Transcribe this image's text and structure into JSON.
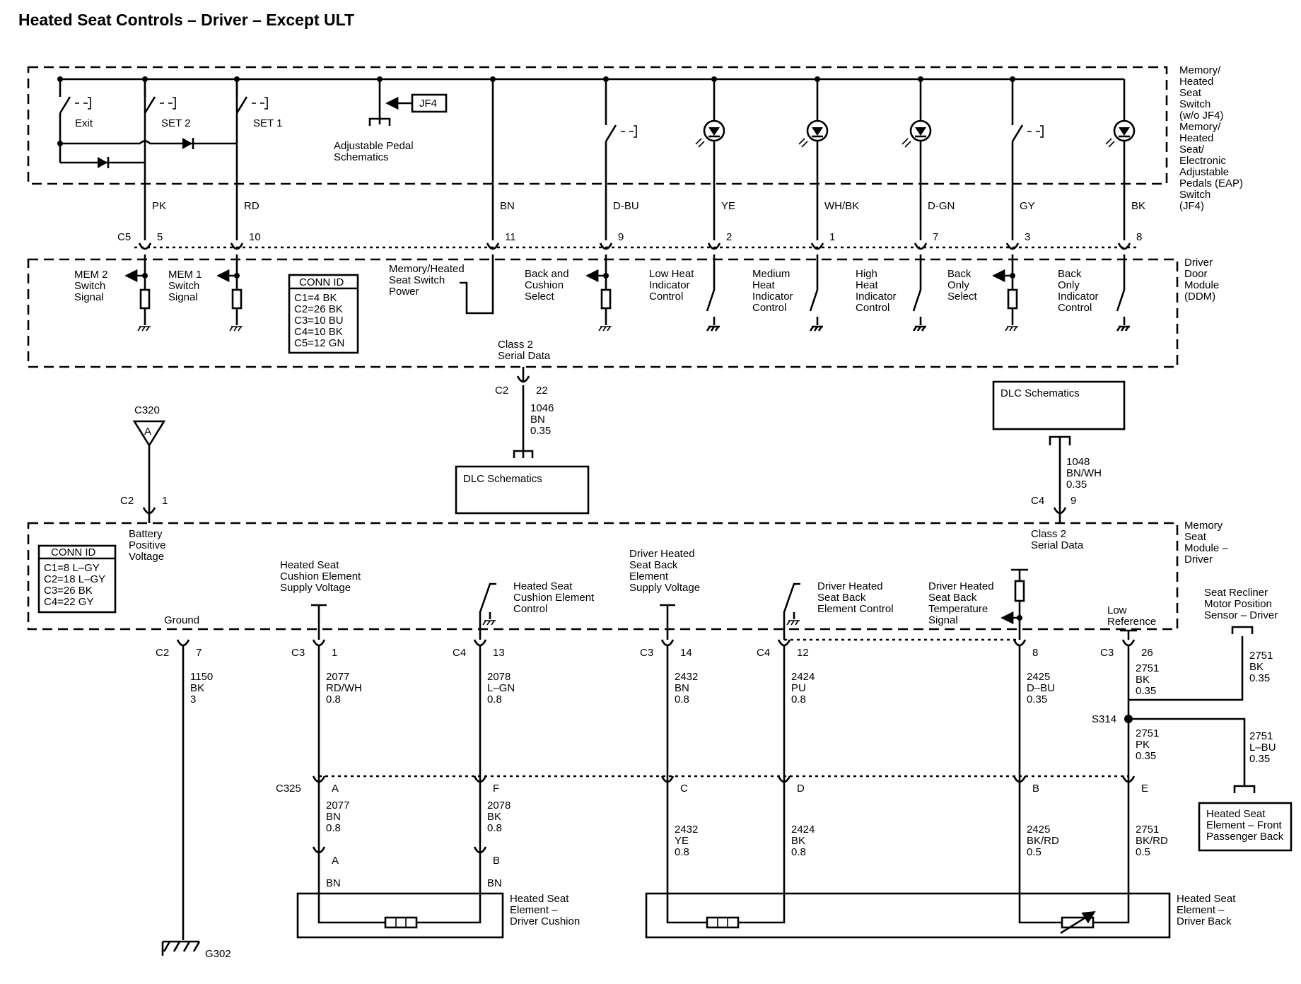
{
  "title": "Heated Seat Controls – Driver – Except ULT",
  "modules": {
    "memory_switch": [
      "Memory/",
      "Heated",
      "Seat",
      "Switch",
      "(w/o JF4)",
      "Memory/",
      "Heated",
      "Seat/",
      "Electronic",
      "Adjustable",
      "Pedals (EAP)",
      "Switch",
      "(JF4)"
    ],
    "ddm": [
      "Driver",
      "Door",
      "Module",
      "(DDM)"
    ],
    "memory_seat": [
      "Memory",
      "Seat",
      "Module –",
      "Driver"
    ]
  },
  "switch_labels": {
    "exit": "Exit",
    "set2": "SET 2",
    "set1": "SET 1"
  },
  "jf4": {
    "tag": "JF4",
    "pedal": [
      "Adjustable Pedal",
      "Schematics"
    ]
  },
  "upper_wires": [
    {
      "color": "PK",
      "pin": "5",
      "conn": "C5"
    },
    {
      "color": "RD",
      "pin": "10"
    },
    {
      "color": "BN",
      "pin": "11"
    },
    {
      "color": "D-BU",
      "pin": "9"
    },
    {
      "color": "YE",
      "pin": "2"
    },
    {
      "color": "WH/BK",
      "pin": "1"
    },
    {
      "color": "D-GN",
      "pin": "7"
    },
    {
      "color": "GY",
      "pin": "3"
    },
    {
      "color": "BK",
      "pin": "8"
    }
  ],
  "ddm_labels": {
    "mem2": [
      "MEM 2",
      "Switch",
      "Signal"
    ],
    "mem1": [
      "MEM 1",
      "Switch",
      "Signal"
    ],
    "power": [
      "Memory/Heated",
      "Seat Switch",
      "Power"
    ],
    "back_cushion": [
      "Back and",
      "Cushion",
      "Select"
    ],
    "low": [
      "Low Heat",
      "Indicator",
      "Control"
    ],
    "medium": [
      "Medium",
      "Heat",
      "Indicator",
      "Control"
    ],
    "high": [
      "High",
      "Heat",
      "Indicator",
      "Control"
    ],
    "back_only": [
      "Back",
      "Only",
      "Select"
    ],
    "back_only_ind": [
      "Back",
      "Only",
      "Indicator",
      "Control"
    ]
  },
  "conn_id_ddm": {
    "header": "CONN ID",
    "rows": [
      "C1=4 BK",
      "C2=26 BK",
      "C3=10 BU",
      "C4=10 BK",
      "C5=12 GN"
    ]
  },
  "conn_id_msm": {
    "header": "CONN ID",
    "rows": [
      "C1=8 L–GY",
      "C2=18 L–GY",
      "C3=26 BK",
      "C4=22 GY"
    ]
  },
  "class2_ddm": {
    "label": [
      "Class 2",
      "Serial Data"
    ],
    "conn": "C2",
    "pin": "22",
    "wire": [
      "1046",
      "BN",
      "0.35"
    ]
  },
  "dlc_left": "DLC Schematics",
  "dlc_right": "DLC Schematics",
  "class2_msm": {
    "wire": [
      "1048",
      "BN/WH",
      "0.35"
    ],
    "conn": "C4",
    "pin": "9",
    "label": [
      "Class 2",
      "Serial Data"
    ]
  },
  "c320": {
    "id": "C320",
    "letter": "A",
    "conn": "C2",
    "pin": "1",
    "label": [
      "Battery",
      "Positive",
      "Voltage"
    ]
  },
  "msm_labels": {
    "ground": "Ground",
    "cushion_supply": [
      "Heated Seat",
      "Cushion Element",
      "Supply Voltage"
    ],
    "cushion_control": [
      "Heated Seat",
      "Cushion Element",
      "Control"
    ],
    "back_supply": [
      "Driver Heated",
      "Seat Back",
      "Element",
      "Supply Voltage"
    ],
    "back_control": [
      "Driver Heated",
      "Seat Back",
      "Element Control"
    ],
    "temp": [
      "Driver Heated",
      "Seat Back",
      "Temperature",
      "Signal"
    ],
    "low_ref": [
      "Low",
      "Reference"
    ]
  },
  "lower_circuits": [
    {
      "conn": "C2",
      "pin": "7",
      "wire": [
        "1150",
        "BK",
        "3"
      ]
    },
    {
      "conn": "C3",
      "pin": "1",
      "wire": [
        "2077",
        "RD/WH",
        "0.8"
      ],
      "c325": "A",
      "wire2": [
        "2077",
        "BN",
        "0.8"
      ],
      "pin2": "A",
      "end": "BN"
    },
    {
      "conn": "C4",
      "pin": "13",
      "wire": [
        "2078",
        "L–GN",
        "0.8"
      ],
      "c325": "F",
      "wire2": [
        "2078",
        "BK",
        "0.8"
      ],
      "pin2": "B",
      "end": "BN"
    },
    {
      "conn": "C3",
      "pin": "14",
      "wire": [
        "2432",
        "BN",
        "0.8"
      ],
      "c325": "C",
      "wire2": [
        "2432",
        "YE",
        "0.8"
      ]
    },
    {
      "conn": "C4",
      "pin": "12",
      "wire": [
        "2424",
        "PU",
        "0.8"
      ],
      "c325": "D",
      "wire2": [
        "2424",
        "BK",
        "0.8"
      ]
    },
    {
      "pin": "8",
      "wire": [
        "2425",
        "D–BU",
        "0.35"
      ],
      "c325": "B",
      "wire2": [
        "2425",
        "BK/RD",
        "0.5"
      ]
    },
    {
      "conn": "C3",
      "pin": "26",
      "wire": [
        "2751",
        "BK",
        "0.35"
      ],
      "c325": "E",
      "wire2": [
        "2751",
        "BK/RD",
        "0.5"
      ]
    }
  ],
  "c325": "C325",
  "splice": {
    "id": "S314",
    "wire": [
      "2751",
      "PK",
      "0.35"
    ]
  },
  "recliner": {
    "label": [
      "Seat Recliner",
      "Motor Position",
      "Sensor – Driver"
    ],
    "wire": [
      "2751",
      "BK",
      "0.35"
    ]
  },
  "passenger": {
    "wire": [
      "2751",
      "L–BU",
      "0.35"
    ],
    "label": [
      "Heated Seat",
      "Element – Front",
      "Passenger Back"
    ]
  },
  "elements": {
    "cushion": [
      "Heated Seat",
      "Element –",
      "Driver Cushion"
    ],
    "back": [
      "Heated Seat",
      "Element –",
      "Driver Back"
    ]
  },
  "ground": "G302"
}
